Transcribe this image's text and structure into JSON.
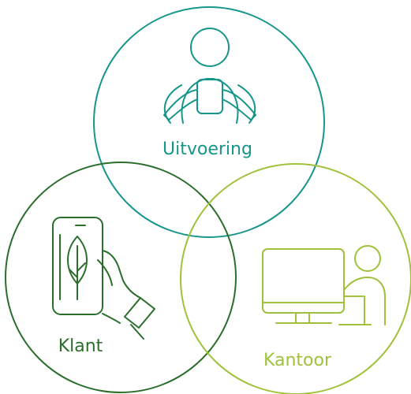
{
  "colors": {
    "uitvoering": "#16968a",
    "klant": "#2b6e2c",
    "kantoor": "#9fc13b"
  },
  "circles": {
    "uitvoering": {
      "label": "Uitvoering",
      "icon": "person-holding-cup-icon"
    },
    "klant": {
      "label": "Klant",
      "icon": "hand-holding-phone-with-leaf-icon"
    },
    "kantoor": {
      "label": "Kantoor",
      "icon": "person-at-computer-icon"
    }
  }
}
